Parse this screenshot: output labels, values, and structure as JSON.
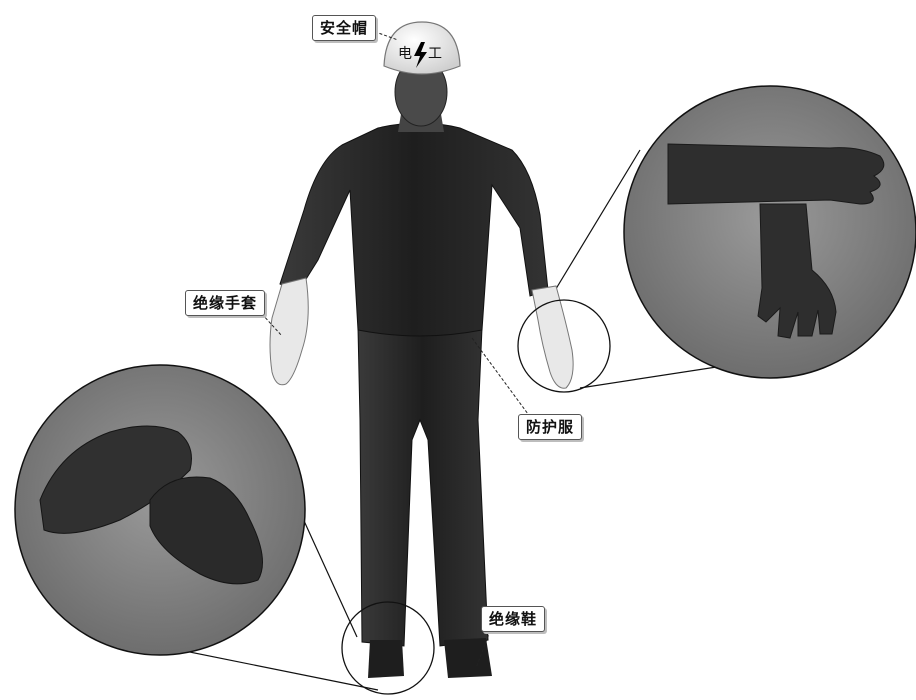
{
  "labels": {
    "helmet": "安全帽",
    "gloves": "绝缘手套",
    "clothing": "防护服",
    "shoes": "绝缘鞋"
  },
  "helmet_mark": "电",
  "helmet_mark_tail": "工",
  "colors": {
    "helmet": "#f2f2f2",
    "garment": "#2a2a2a",
    "skin": "#555555",
    "glove_white": "#e6e6e6",
    "glove_dark": "#303030",
    "zoom_bg": "#7a7a7a"
  }
}
